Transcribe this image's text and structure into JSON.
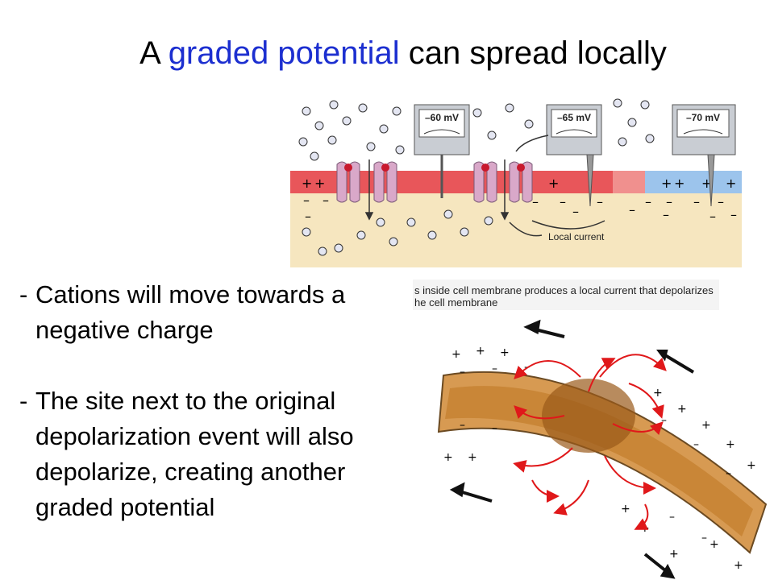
{
  "title": {
    "pre": "A ",
    "highlight": "graded potential",
    "post": " can spread locally"
  },
  "bullets": [
    "Cations will move towards a negative charge",
    "The site next to the original depolarization event will also depolarize, creating another graded potential"
  ],
  "diagram_top": {
    "meters": [
      "–60 mV",
      "–65 mV",
      "–70 mV"
    ],
    "local_current_label": "Local current",
    "caption_line1": "s inside cell membrane produces a local current that depolarizes",
    "caption_line2": "he cell membrane"
  },
  "colors": {
    "highlight": "#1c2fd0",
    "membrane_red": "#e8565a",
    "membrane_blue": "#9cc4ec",
    "cytoplasm": "#f6e6bf",
    "channel": "#d9a8c9"
  }
}
